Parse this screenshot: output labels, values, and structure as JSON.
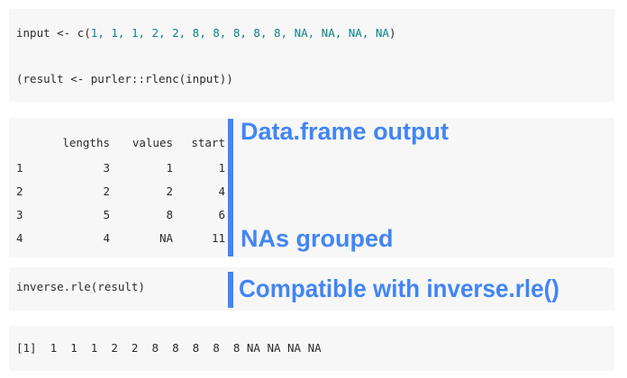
{
  "blocks": {
    "input_code": {
      "line1_prefix": "input <- c(",
      "line1_values": "1, 1, 1, 2, 2, 8, 8, 8, 8, 8, NA, NA, NA, NA",
      "line1_suffix": ")",
      "line2": "(result <- purler::rlenc(input))"
    },
    "inverse_code": "inverse.rle(result)",
    "console_output": "[1]  1  1  1  2  2  8  8  8  8  8 NA NA NA NA"
  },
  "table": {
    "headers": [
      "",
      "lengths",
      "values",
      "start"
    ],
    "rows": [
      {
        "idx": "1",
        "lengths": "3",
        "values": "1",
        "start": "1"
      },
      {
        "idx": "2",
        "lengths": "2",
        "values": "2",
        "start": "4"
      },
      {
        "idx": "3",
        "lengths": "5",
        "values": "8",
        "start": "6"
      },
      {
        "idx": "4",
        "lengths": "4",
        "values": "NA",
        "start": "11"
      }
    ]
  },
  "annotations": {
    "dataframe_output": "Data.frame output",
    "nas_grouped": "NAs grouped",
    "compatible": "Compatible with inverse.rle()"
  },
  "colors": {
    "accent_blue": "#4285f4",
    "code_value_teal": "#0b8484",
    "panel_background": "#f7f7f7",
    "code_text": "#2b2b2b"
  }
}
